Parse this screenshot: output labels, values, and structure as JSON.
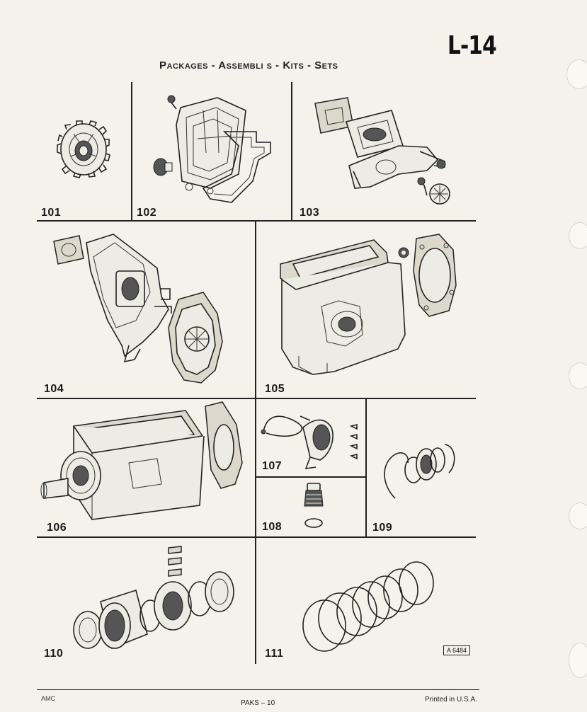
{
  "page": {
    "id": "L-14",
    "title": "Packages - Assembli s - Kits - Sets"
  },
  "items": [
    {
      "number": "101",
      "icon": "gear-cluster-icon"
    },
    {
      "number": "102",
      "icon": "cover-gasket-kit-icon"
    },
    {
      "number": "103",
      "icon": "shift-rail-housing-icon"
    },
    {
      "number": "104",
      "icon": "rear-housing-gasket-icon"
    },
    {
      "number": "105",
      "icon": "case-gasket-set-icon"
    },
    {
      "number": "106",
      "icon": "transmission-case-icon"
    },
    {
      "number": "107",
      "icon": "speedometer-drive-icon"
    },
    {
      "number": "108",
      "icon": "breather-plug-icon"
    },
    {
      "number": "109",
      "icon": "bearing-snap-ring-icon"
    },
    {
      "number": "110",
      "icon": "synchronizer-assembly-icon"
    },
    {
      "number": "111",
      "icon": "snap-ring-set-icon"
    }
  ],
  "reference": "A 6484",
  "footer": {
    "left": "AMC",
    "center": "PAKS – 10",
    "right": "Printed in U.S.A."
  }
}
